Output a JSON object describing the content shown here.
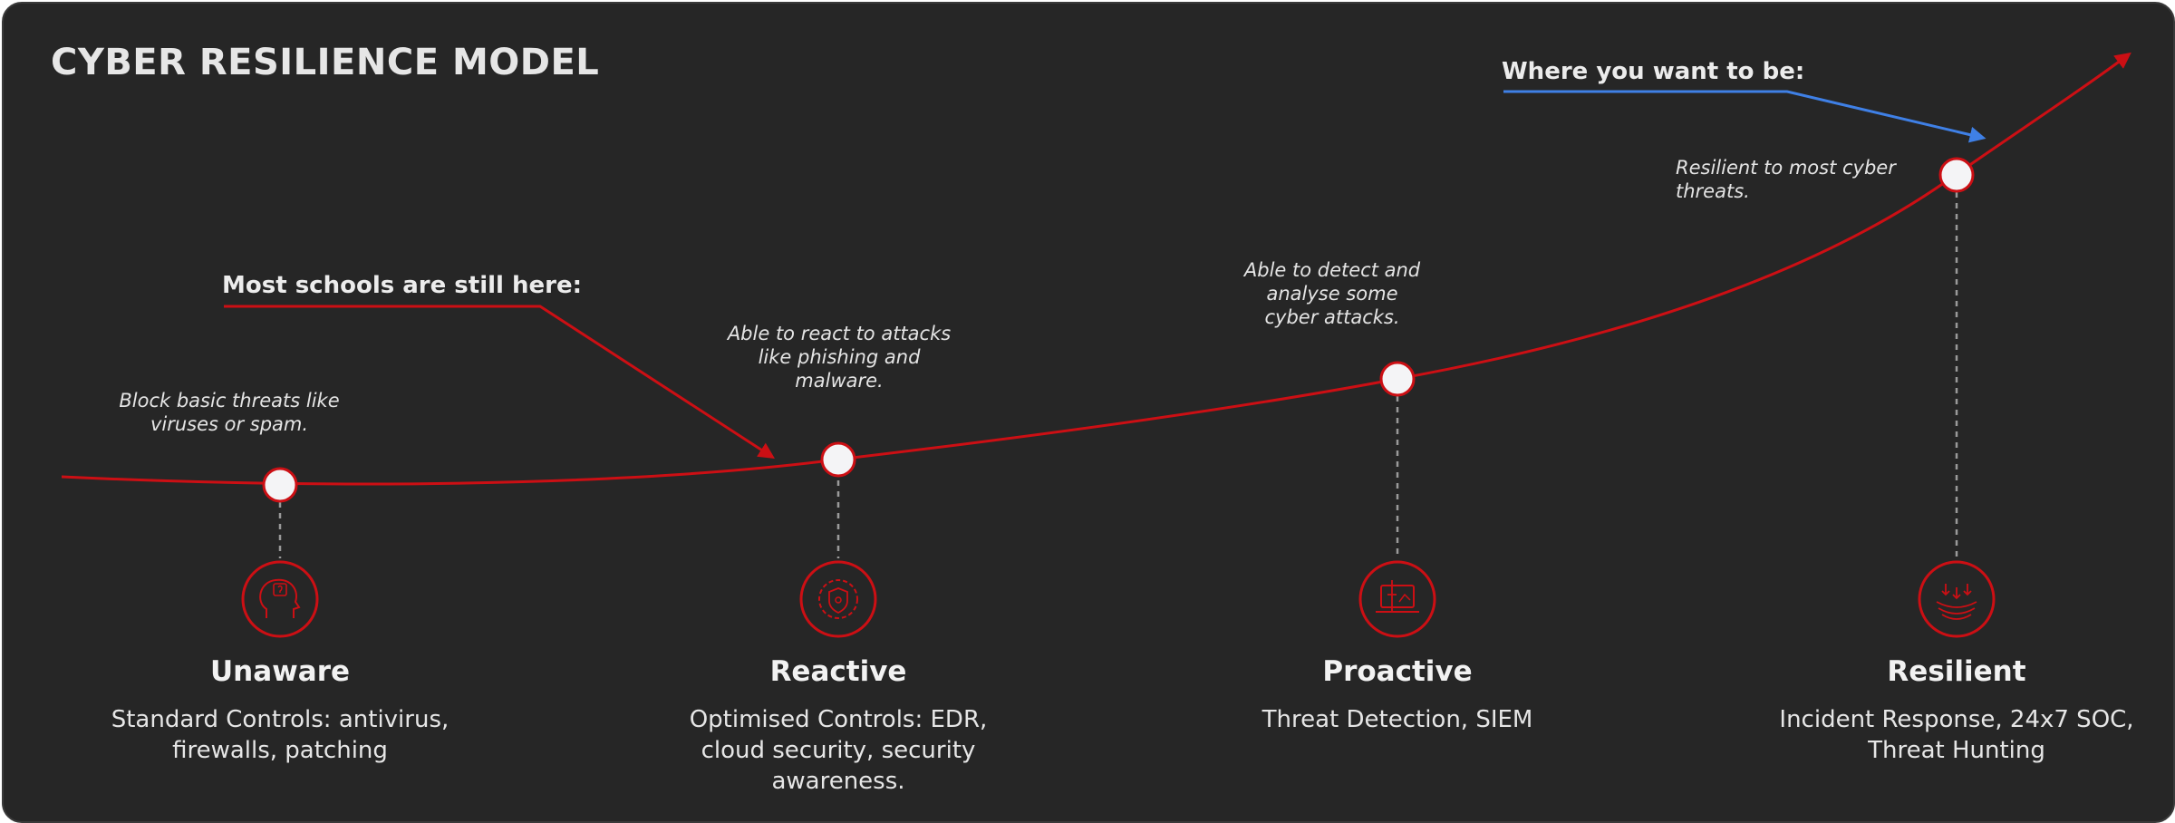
{
  "title": "CYBER RESILIENCE MODEL",
  "callouts": {
    "current": "Most schools are still here:",
    "target": "Where you want to be:"
  },
  "stages": [
    {
      "name": "Unaware",
      "note": "Block basic threats like viruses or spam.",
      "description": "Standard Controls: antivirus, firewalls, patching",
      "icon": "head-question-icon"
    },
    {
      "name": "Reactive",
      "note": "Able to react to attacks like phishing and malware.",
      "description": "Optimised Controls: EDR, cloud security, security awareness.",
      "icon": "shield-gear-icon"
    },
    {
      "name": "Proactive",
      "note": "Able to detect and analyse some cyber attacks.",
      "description": "Threat Detection, SIEM",
      "icon": "laptop-detection-icon"
    },
    {
      "name": "Resilient",
      "note": "Resilient to most cyber threats.",
      "description": "Incident Response, 24x7 SOC, Threat Hunting",
      "icon": "layered-defense-icon"
    }
  ],
  "colors": {
    "background": "#262626",
    "curve": "#cc0f14",
    "target_arrow": "#3f80e6",
    "node_fill": "#f4f4f6",
    "text": "#e6e6e6"
  }
}
